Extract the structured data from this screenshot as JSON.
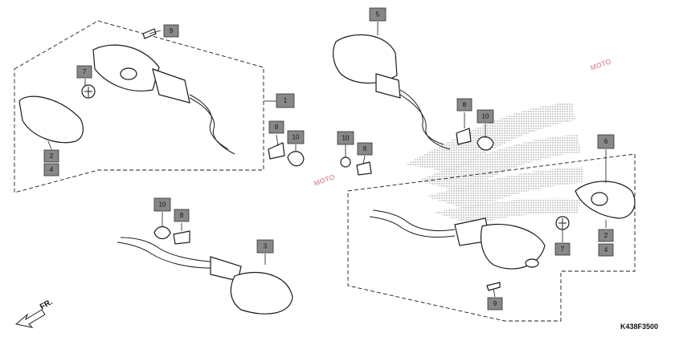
{
  "diagram": {
    "drawing_code": "K438F3500",
    "direction_label": "FR.",
    "watermark_text": "MOTO",
    "callouts": [
      {
        "id": "c9a",
        "label": "9"
      },
      {
        "id": "c7a",
        "label": "7"
      },
      {
        "id": "c2a",
        "label": "2"
      },
      {
        "id": "c4a",
        "label": "4"
      },
      {
        "id": "c1",
        "label": "1"
      },
      {
        "id": "c8a",
        "label": "8"
      },
      {
        "id": "c10a",
        "label": "10"
      },
      {
        "id": "c10b",
        "label": "10"
      },
      {
        "id": "c8b",
        "label": "8"
      },
      {
        "id": "c10c",
        "label": "10"
      },
      {
        "id": "c8c",
        "label": "8"
      },
      {
        "id": "c3",
        "label": "3"
      },
      {
        "id": "c5",
        "label": "5"
      },
      {
        "id": "c8d",
        "label": "8"
      },
      {
        "id": "c10d",
        "label": "10"
      },
      {
        "id": "c6",
        "label": "6"
      },
      {
        "id": "c2b",
        "label": "2"
      },
      {
        "id": "c4b",
        "label": "4"
      },
      {
        "id": "c7b",
        "label": "7"
      },
      {
        "id": "c9b",
        "label": "9"
      }
    ]
  }
}
